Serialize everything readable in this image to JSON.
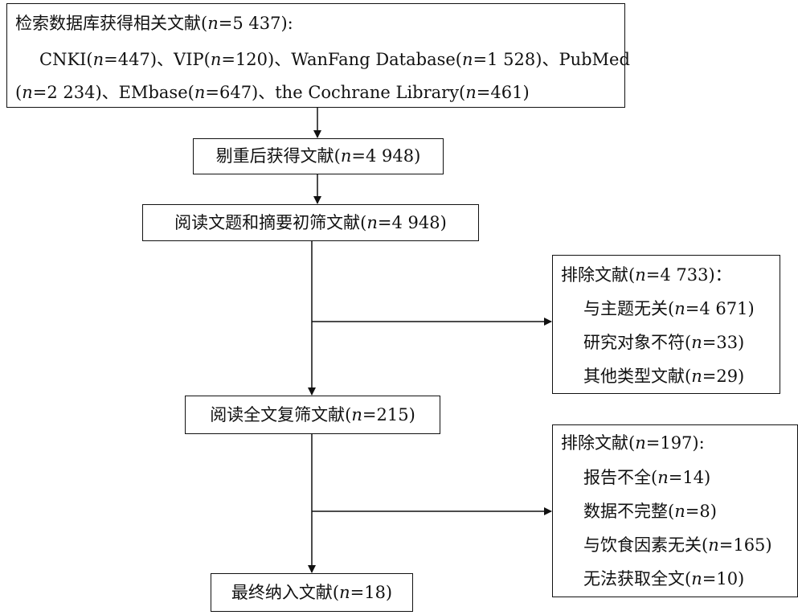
{
  "diagram": {
    "search": {
      "title": "检索数据库获得相关文献(n=5 437):",
      "line2": "CNKI(n=447)、VIP(n=120)、WanFang Database(n=1 528)、PubMed",
      "line3": "(n=2 234)、EMbase(n=647)、the Cochrane Library(n=461)"
    },
    "dedup": "剔重后获得文献(n=4 948)",
    "screen_title_abstract": "阅读文题和摘要初筛文献(n=4 948)",
    "exclude1": {
      "title": "排除文献(n=4 733)：",
      "items": [
        "与主题无关(n=4 671)",
        "研究对象不符(n=33)",
        "其他类型文献(n=29)"
      ]
    },
    "fulltext": "阅读全文复筛文献(n=215)",
    "exclude2": {
      "title": "排除文献(n=197):",
      "items": [
        "报告不全(n=14)",
        "数据不完整(n=8)",
        "与饮食因素无关(n=165)",
        "无法获取全文(n=10)"
      ]
    },
    "final": "最终纳入文献(n=18)"
  }
}
